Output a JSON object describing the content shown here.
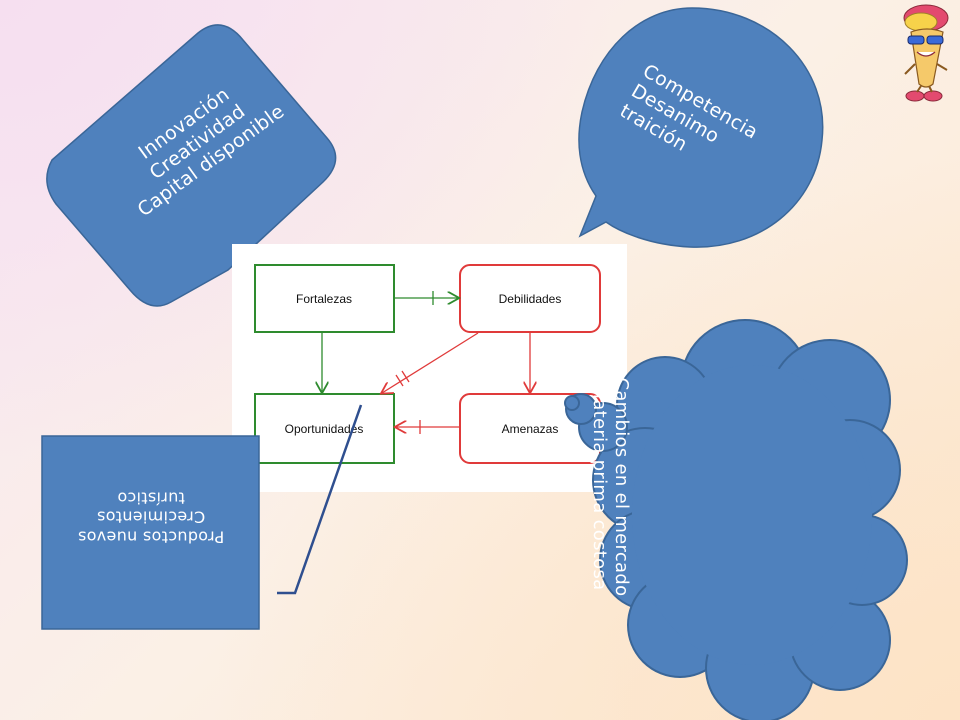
{
  "bubbles": {
    "strengths_callout": {
      "lines": [
        "Innovación",
        "Creatividad",
        "Capital disponible"
      ]
    },
    "weaknesses_callout": {
      "lines": [
        "Competencia",
        "Desanimo",
        "traición"
      ]
    },
    "opportunities_note": {
      "lines": [
        "Productos nuevos",
        "Crecimientos",
        "turístico"
      ]
    },
    "threats_cloud": {
      "lines": [
        "Cambios en el mercado",
        "Materia prima costosa"
      ]
    }
  },
  "diagram": {
    "boxes": {
      "fortalezas": "Fortalezas",
      "debilidades": "Debilidades",
      "oportunidades": "Oportunidades",
      "amenazas": "Amenazas"
    }
  },
  "colors": {
    "bubble_fill": "#4f81bd",
    "bubble_stroke": "#3a6698",
    "green": "#2e8b2e",
    "red": "#e03a3a"
  },
  "icons": [
    "cartoon-ice-cream-mascot-icon"
  ]
}
